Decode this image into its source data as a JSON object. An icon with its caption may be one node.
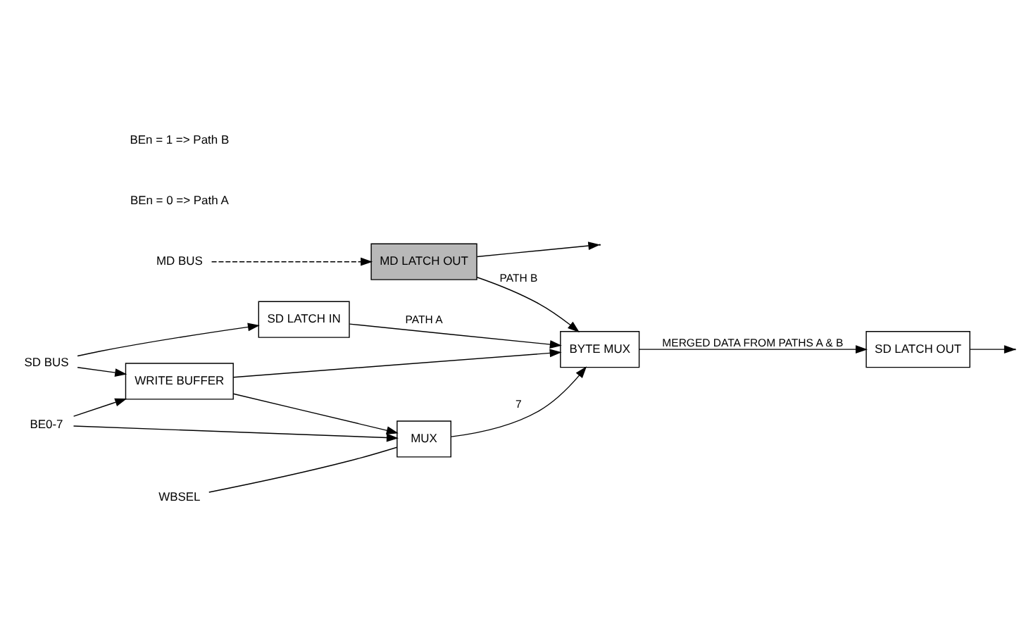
{
  "diagram": {
    "nodes": [
      {
        "text": [
          "MD BUS"
        ]
      },
      {
        "text": [
          "MD LATCH OUT"
        ]
      },
      {
        "text": [
          "BYTE MUX"
        ]
      },
      {
        "text": [
          "SD BUS"
        ]
      },
      {
        "text": [
          "SD LATCH IN"
        ]
      },
      {
        "text": [
          "WRITE BUFFER"
        ]
      },
      {
        "text": [
          "SD LATCH OUT"
        ]
      },
      {
        "text": [
          "BE0-7"
        ]
      },
      {
        "text": [
          "MUX"
        ]
      },
      {
        "text": [
          "WBSEL"
        ]
      }
    ],
    "edges": [
      {
        "from": 0,
        "to": 1,
        "arrow": "to",
        "style": "dashed"
      },
      {
        "from": 1,
        "to": null,
        "arrow": "to"
      },
      {
        "from": 1,
        "to": 2,
        "arrow": "to",
        "label": "PATH B"
      },
      {
        "from": 3,
        "to": 4,
        "arrow": "to"
      },
      {
        "from": 3,
        "to": 5,
        "arrow": "to"
      },
      {
        "from": 4,
        "to": 2,
        "arrow": "to",
        "label": "PATH A"
      },
      {
        "from": 5,
        "to": 2,
        "arrow": "to"
      },
      {
        "from": 2,
        "to": 6,
        "arrow": "to",
        "label": "MERGED DATA FROM PATHS A & B"
      },
      {
        "from": 6,
        "to": null,
        "arrow": "to"
      },
      {
        "from": 7,
        "to": 5,
        "arrow": "to"
      },
      {
        "from": 7,
        "to": 8,
        "arrow": "to"
      },
      {
        "from": 5,
        "to": 8,
        "arrow": "to"
      },
      {
        "from": 8,
        "to": 2,
        "arrow": "to",
        "label": "7"
      },
      {
        "from": 9,
        "to": 8,
        "arrow": "none"
      }
    ],
    "labels": [
      "BEn = 0 => Path A",
      "BEn = 1 => Path B"
    ]
  }
}
